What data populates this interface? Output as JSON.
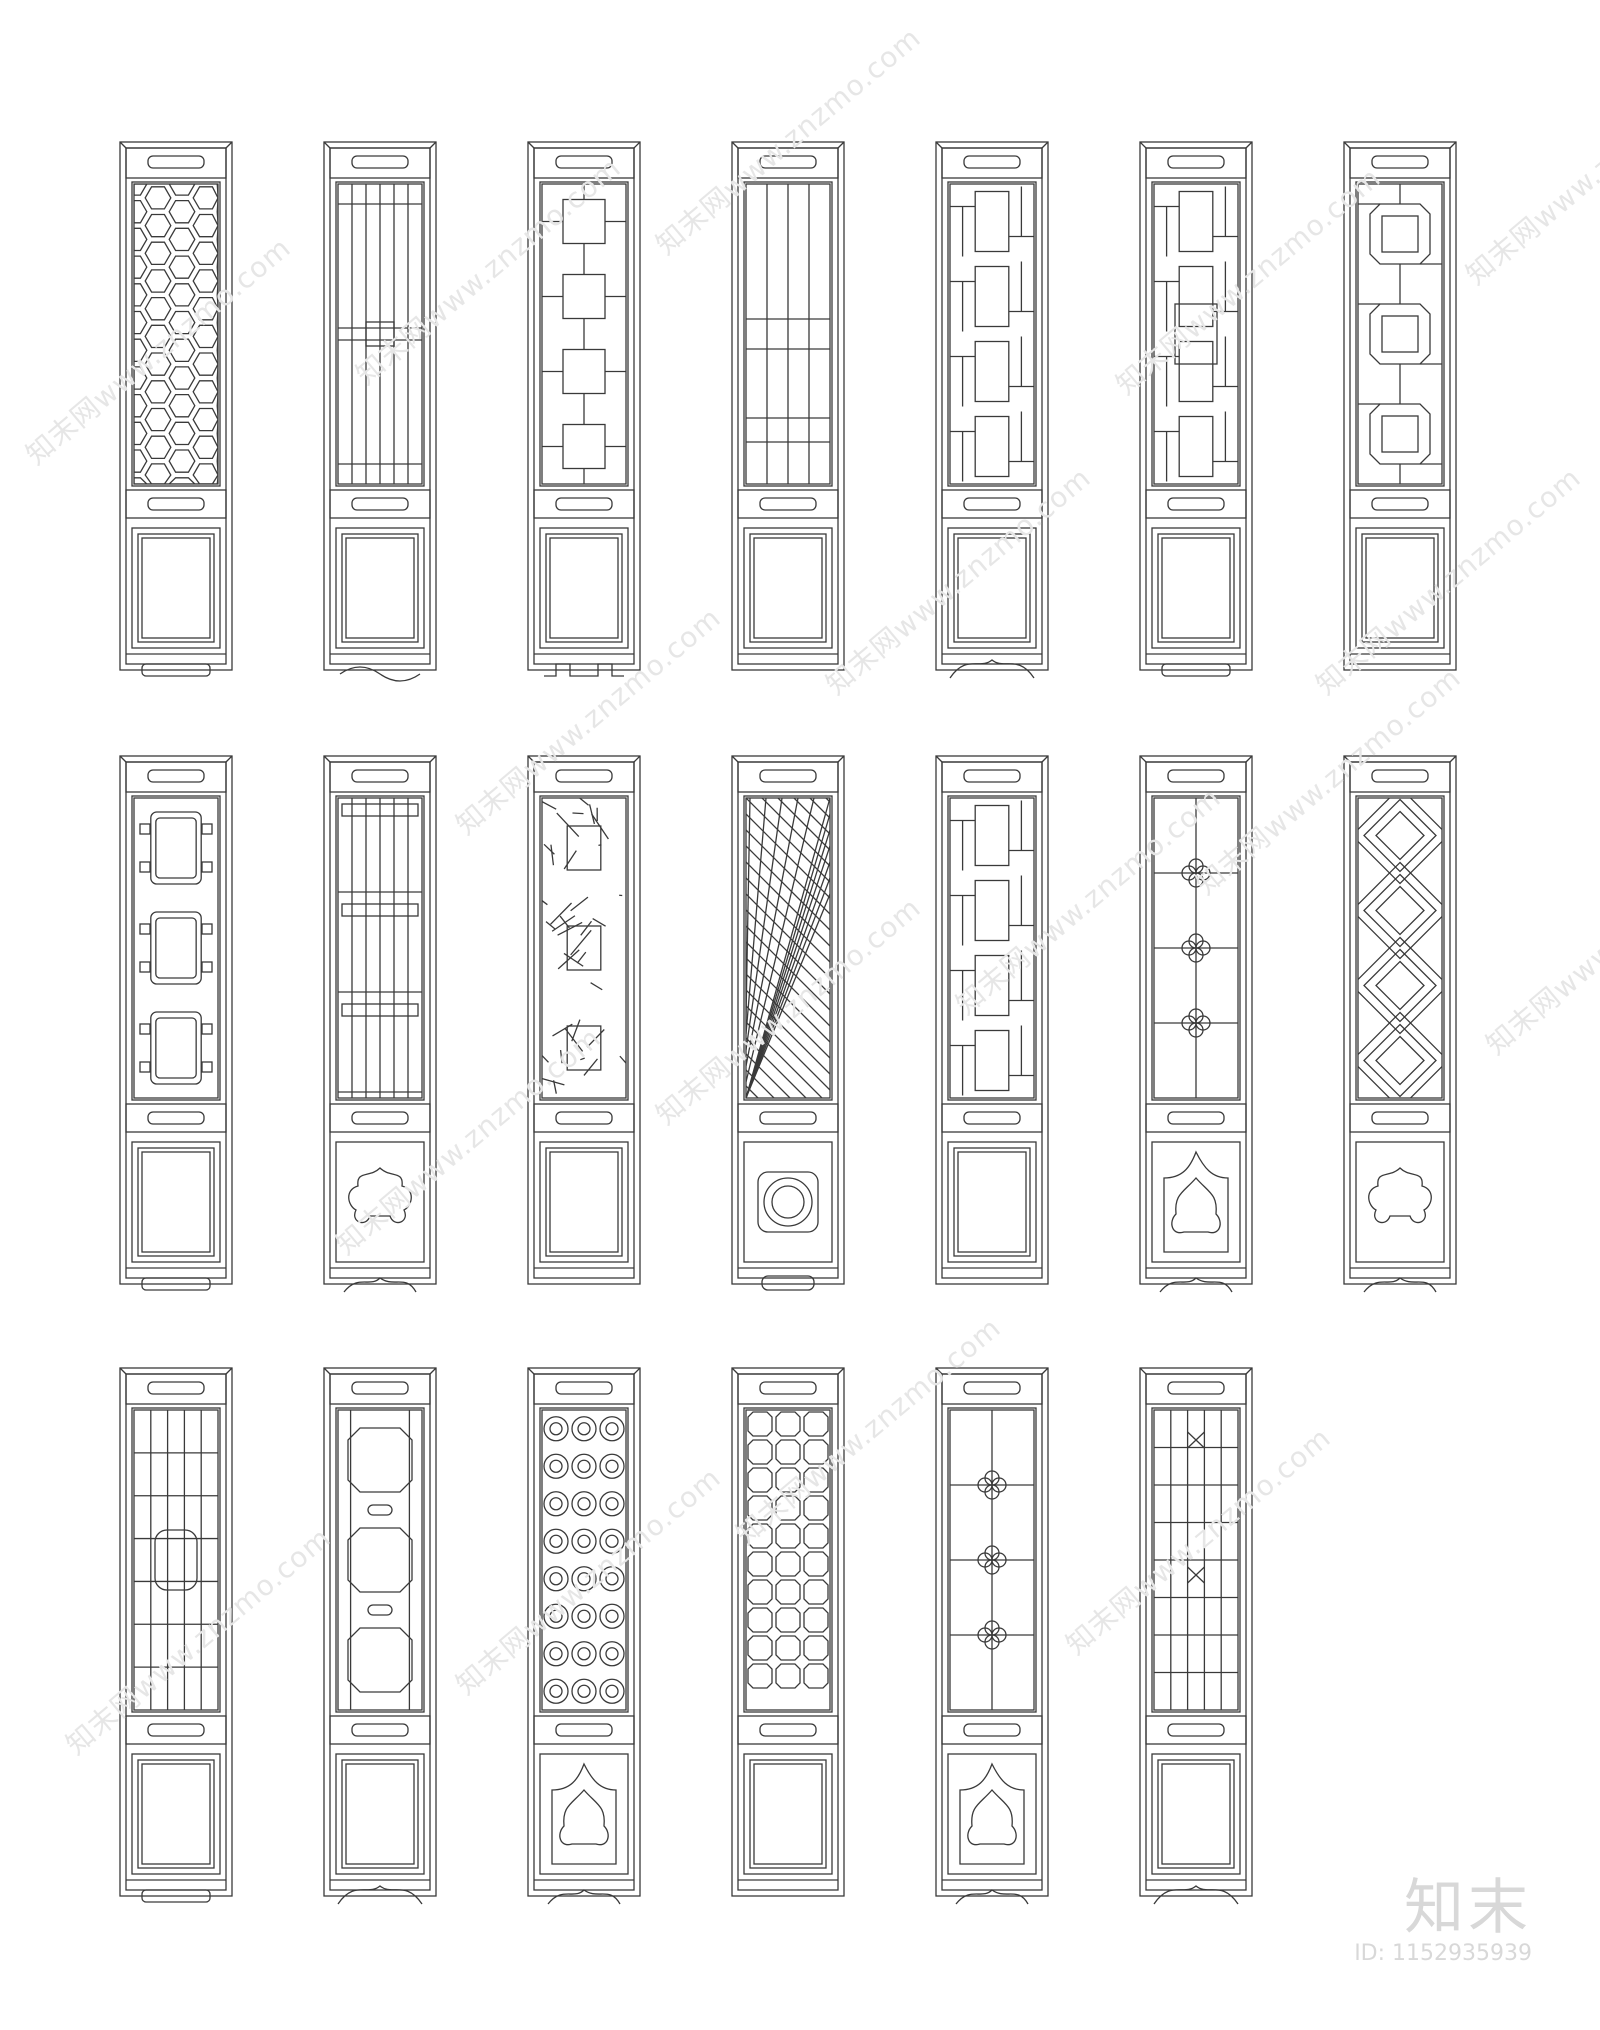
{
  "title": "Chinese lattice door panels — elevation sheet",
  "watermark": {
    "text": "知末网www.znzmo.com"
  },
  "brand": {
    "mark": "知末",
    "id_label": "ID: 1152935939"
  },
  "colors": {
    "line": "#3a3a3a",
    "watermark": "#e4e4e4",
    "background": "#ffffff"
  },
  "panels": [
    {
      "row": 1,
      "pattern": "hex-lattice",
      "bottom": "plain-rail"
    },
    {
      "row": 1,
      "pattern": "vertical-grille",
      "bottom": "wave-apron"
    },
    {
      "row": 1,
      "pattern": "ruyi-fret",
      "bottom": "meander-apron"
    },
    {
      "row": 1,
      "pattern": "vertical-bars",
      "bottom": "plain"
    },
    {
      "row": 1,
      "pattern": "fret-lattice",
      "bottom": "scroll-apron"
    },
    {
      "row": 1,
      "pattern": "fret-center-window",
      "bottom": "plain-rail"
    },
    {
      "row": 1,
      "pattern": "octagon-chain",
      "bottom": "plain"
    },
    {
      "row": 2,
      "pattern": "square-windows",
      "bottom": "plain-rail"
    },
    {
      "row": 2,
      "pattern": "vertical-grille-bands",
      "bottom": "ruyi-carving"
    },
    {
      "row": 2,
      "pattern": "cracked-ice",
      "bottom": "plain"
    },
    {
      "row": 2,
      "pattern": "diamond-lattice",
      "bottom": "medallion"
    },
    {
      "row": 2,
      "pattern": "fret-lattice",
      "bottom": "plain"
    },
    {
      "row": 2,
      "pattern": "quatrefoil-grid",
      "bottom": "arched-ruyi"
    },
    {
      "row": 2,
      "pattern": "diamond-fret",
      "bottom": "ruyi-carving"
    },
    {
      "row": 3,
      "pattern": "grid-with-rosette",
      "bottom": "plain-rail"
    },
    {
      "row": 3,
      "pattern": "octagon-windows",
      "bottom": "scroll-apron"
    },
    {
      "row": 3,
      "pattern": "flower-lattice",
      "bottom": "arched-ruyi"
    },
    {
      "row": 3,
      "pattern": "octagon-mesh",
      "bottom": "plain"
    },
    {
      "row": 3,
      "pattern": "quatrefoil-grid",
      "bottom": "arched-ruyi"
    },
    {
      "row": 3,
      "pattern": "x-grid",
      "bottom": "scroll-apron"
    }
  ]
}
